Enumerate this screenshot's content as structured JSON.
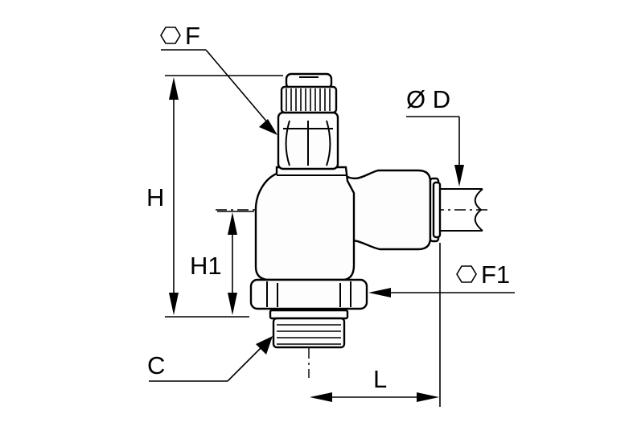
{
  "labels": {
    "hex_f": "F",
    "dia_d": "Ø D",
    "height_h": "H",
    "height_h1": "H1",
    "hex_f1": "F1",
    "thread_c": "C",
    "length_l": "L"
  },
  "icons": {
    "hex_f": "hexagon-icon",
    "hex_f1": "hexagon-icon"
  }
}
